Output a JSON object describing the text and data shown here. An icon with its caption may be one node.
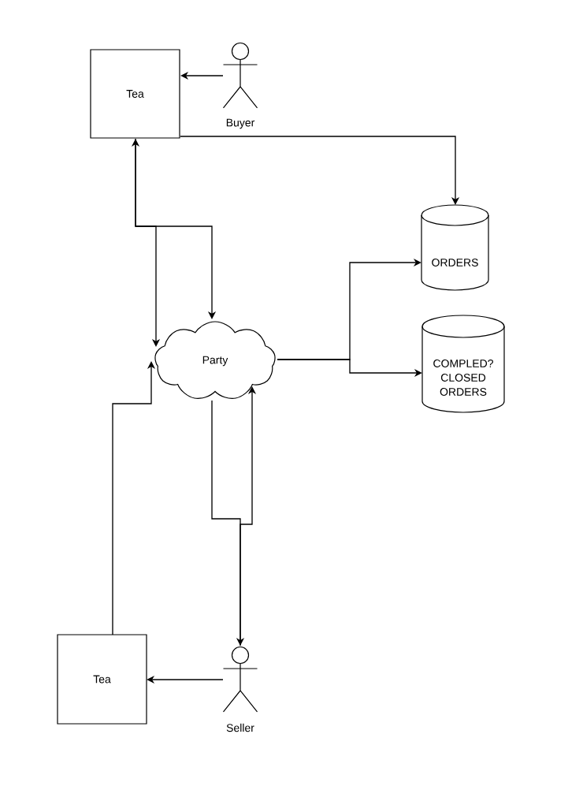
{
  "diagram": {
    "nodes": [
      {
        "text": [
          "Tea"
        ]
      },
      {
        "text": [
          "Buyer"
        ]
      },
      {
        "text": [
          "ORDERS"
        ]
      },
      {
        "text": [
          "Party"
        ]
      },
      {
        "text": [
          "COMPLED? CLOSED ORDERS"
        ]
      },
      {
        "text": [
          "Tea"
        ]
      },
      {
        "text": [
          "Seller"
        ]
      }
    ],
    "edges": [
      {
        "from": 1,
        "to": 0,
        "arrow": "to"
      },
      {
        "from": 0,
        "to": 2,
        "arrow": "to"
      },
      {
        "from": 0,
        "to": 3,
        "arrow": "both"
      },
      {
        "from": 0,
        "to": 3,
        "arrow": "to"
      },
      {
        "from": 3,
        "to": 2,
        "arrow": "to"
      },
      {
        "from": 3,
        "to": 4,
        "arrow": "to"
      },
      {
        "from": 5,
        "to": 3,
        "arrow": "to"
      },
      {
        "from": 3,
        "to": 6,
        "arrow": "to"
      },
      {
        "from": 6,
        "to": 3,
        "arrow": "to"
      },
      {
        "from": 6,
        "to": 5,
        "arrow": "to"
      }
    ]
  }
}
